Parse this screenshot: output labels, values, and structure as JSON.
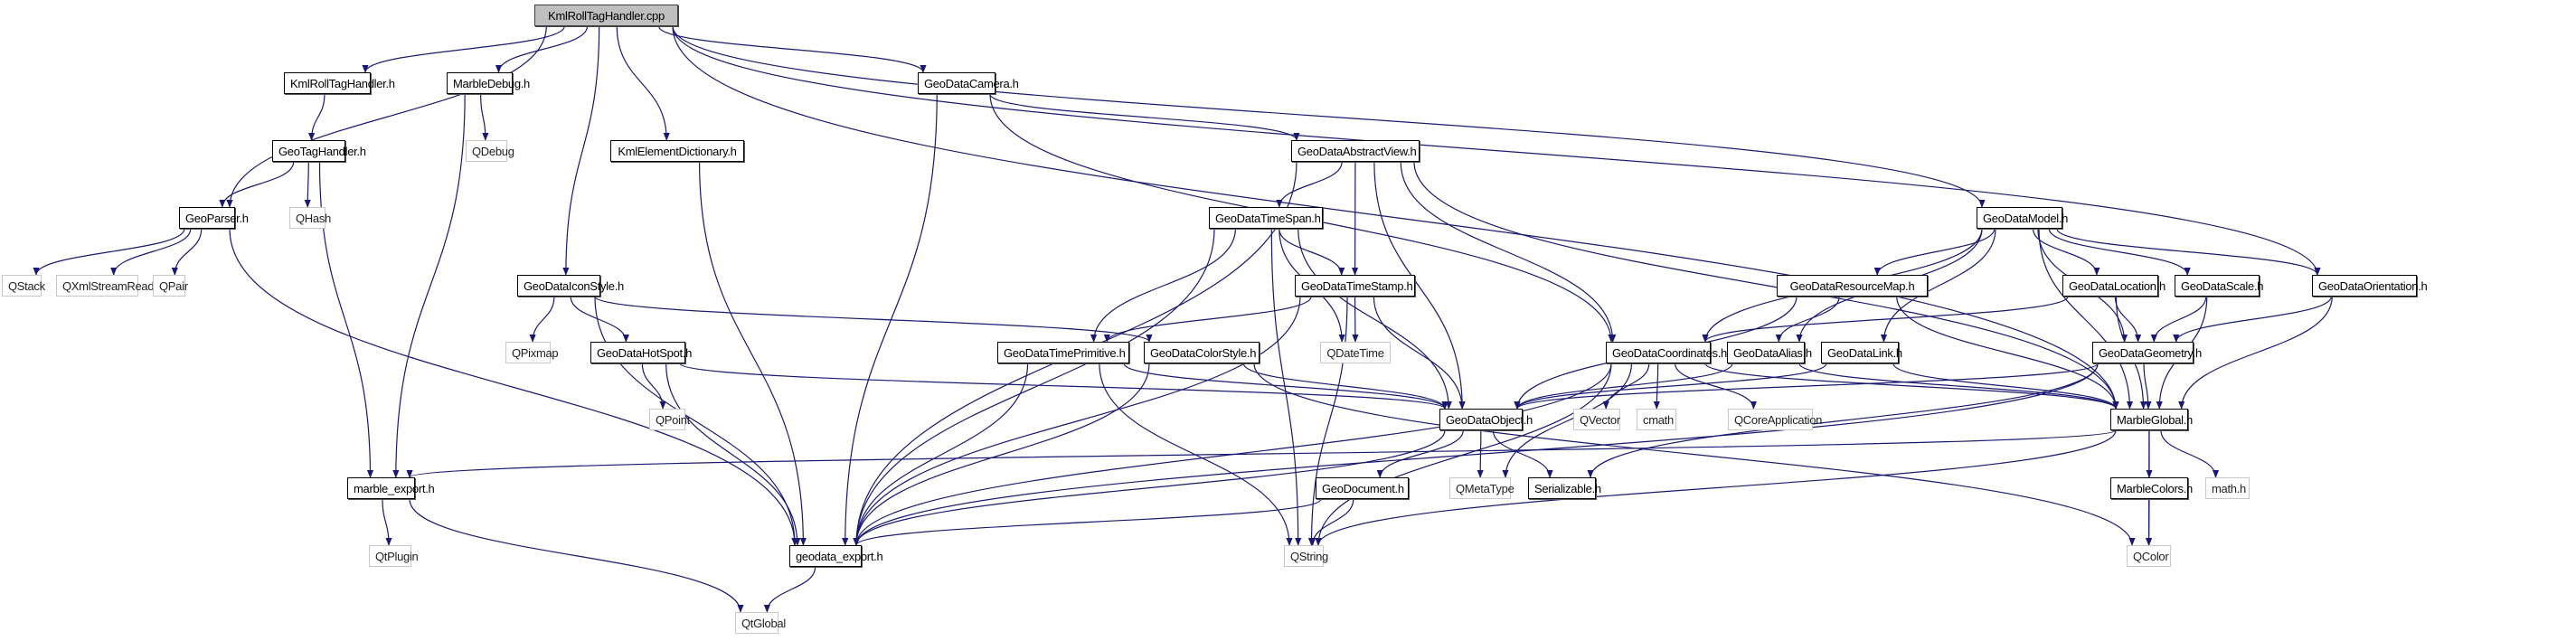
{
  "graph": {
    "title": "KmlRollTagHandler.cpp",
    "edge_color": "#191970",
    "root_fill": "#bfbfbf",
    "nodes": [
      {
        "id": "root",
        "label": "KmlRollTagHandler.cpp",
        "kind": "root"
      },
      {
        "id": "kmlrollh",
        "label": "KmlRollTagHandler.h",
        "kind": "internal"
      },
      {
        "id": "marbledebug",
        "label": "MarbleDebug.h",
        "kind": "internal"
      },
      {
        "id": "kmlelemdict",
        "label": "KmlElementDictionary.h",
        "kind": "internal"
      },
      {
        "id": "camera",
        "label": "GeoDataCamera.h",
        "kind": "internal"
      },
      {
        "id": "geotaghandler",
        "label": "GeoTagHandler.h",
        "kind": "internal"
      },
      {
        "id": "qdebug",
        "label": "QDebug",
        "kind": "external"
      },
      {
        "id": "abstractview",
        "label": "GeoDataAbstractView.h",
        "kind": "internal"
      },
      {
        "id": "geoparser",
        "label": "GeoParser.h",
        "kind": "internal"
      },
      {
        "id": "qhash",
        "label": "QHash",
        "kind": "external"
      },
      {
        "id": "timespan",
        "label": "GeoDataTimeSpan.h",
        "kind": "internal"
      },
      {
        "id": "model",
        "label": "GeoDataModel.h",
        "kind": "internal"
      },
      {
        "id": "qstack",
        "label": "QStack",
        "kind": "external"
      },
      {
        "id": "qxml",
        "label": "QXmlStreamReader",
        "kind": "external"
      },
      {
        "id": "qpair",
        "label": "QPair",
        "kind": "external"
      },
      {
        "id": "iconstyle",
        "label": "GeoDataIconStyle.h",
        "kind": "internal"
      },
      {
        "id": "timestamp",
        "label": "GeoDataTimeStamp.h",
        "kind": "internal"
      },
      {
        "id": "resourcemap",
        "label": "GeoDataResourceMap.h",
        "kind": "internal"
      },
      {
        "id": "location",
        "label": "GeoDataLocation.h",
        "kind": "internal"
      },
      {
        "id": "scale",
        "label": "GeoDataScale.h",
        "kind": "internal"
      },
      {
        "id": "orientation",
        "label": "GeoDataOrientation.h",
        "kind": "internal"
      },
      {
        "id": "qpixmap",
        "label": "QPixmap",
        "kind": "external"
      },
      {
        "id": "hotspot",
        "label": "GeoDataHotSpot.h",
        "kind": "internal"
      },
      {
        "id": "timeprimitive",
        "label": "GeoDataTimePrimitive.h",
        "kind": "internal"
      },
      {
        "id": "colorstyle",
        "label": "GeoDataColorStyle.h",
        "kind": "internal"
      },
      {
        "id": "qdatetime",
        "label": "QDateTime",
        "kind": "external"
      },
      {
        "id": "coordinates",
        "label": "GeoDataCoordinates.h",
        "kind": "internal"
      },
      {
        "id": "alias",
        "label": "GeoDataAlias.h",
        "kind": "internal"
      },
      {
        "id": "link",
        "label": "GeoDataLink.h",
        "kind": "internal"
      },
      {
        "id": "geometry",
        "label": "GeoDataGeometry.h",
        "kind": "internal"
      },
      {
        "id": "qpoint",
        "label": "QPoint",
        "kind": "external"
      },
      {
        "id": "object",
        "label": "GeoDataObject.h",
        "kind": "internal"
      },
      {
        "id": "qvector",
        "label": "QVector",
        "kind": "external"
      },
      {
        "id": "cmath",
        "label": "cmath",
        "kind": "external"
      },
      {
        "id": "qcoreapp",
        "label": "QCoreApplication",
        "kind": "external"
      },
      {
        "id": "marbleglobal",
        "label": "MarbleGlobal.h",
        "kind": "internal"
      },
      {
        "id": "marbleexport",
        "label": "marble_export.h",
        "kind": "internal"
      },
      {
        "id": "geodocument",
        "label": "GeoDocument.h",
        "kind": "internal"
      },
      {
        "id": "qmetatype",
        "label": "QMetaType",
        "kind": "external"
      },
      {
        "id": "serializable",
        "label": "Serializable.h",
        "kind": "internal"
      },
      {
        "id": "marblecolors",
        "label": "MarbleColors.h",
        "kind": "internal"
      },
      {
        "id": "mathh",
        "label": "math.h",
        "kind": "external"
      },
      {
        "id": "qtplugin",
        "label": "QtPlugin",
        "kind": "external"
      },
      {
        "id": "geodataexport",
        "label": "geodata_export.h",
        "kind": "internal"
      },
      {
        "id": "qstring",
        "label": "QString",
        "kind": "external"
      },
      {
        "id": "qcolor",
        "label": "QColor",
        "kind": "external"
      },
      {
        "id": "qtglobal",
        "label": "QtGlobal",
        "kind": "external"
      }
    ],
    "edges": [
      [
        "root",
        "kmlrollh"
      ],
      [
        "root",
        "marbledebug"
      ],
      [
        "root",
        "kmlelemdict"
      ],
      [
        "root",
        "camera"
      ],
      [
        "root",
        "geoparser"
      ],
      [
        "root",
        "iconstyle"
      ],
      [
        "root",
        "model"
      ],
      [
        "root",
        "orientation"
      ],
      [
        "root",
        "marbleglobal"
      ],
      [
        "kmlrollh",
        "geotaghandler"
      ],
      [
        "geotaghandler",
        "geoparser"
      ],
      [
        "geotaghandler",
        "qhash"
      ],
      [
        "geotaghandler",
        "marbleexport"
      ],
      [
        "marbledebug",
        "qdebug"
      ],
      [
        "marbledebug",
        "marbleexport"
      ],
      [
        "geoparser",
        "qstack"
      ],
      [
        "geoparser",
        "qxml"
      ],
      [
        "geoparser",
        "qpair"
      ],
      [
        "geoparser",
        "geodataexport"
      ],
      [
        "kmlelemdict",
        "geodataexport"
      ],
      [
        "camera",
        "abstractview"
      ],
      [
        "camera",
        "geodataexport"
      ],
      [
        "camera",
        "coordinates"
      ],
      [
        "abstractview",
        "timespan"
      ],
      [
        "abstractview",
        "timestamp"
      ],
      [
        "abstractview",
        "object"
      ],
      [
        "abstractview",
        "geodataexport"
      ],
      [
        "abstractview",
        "coordinates"
      ],
      [
        "abstractview",
        "marbleglobal"
      ],
      [
        "timespan",
        "timestamp"
      ],
      [
        "timespan",
        "timeprimitive"
      ],
      [
        "timespan",
        "qdatetime"
      ],
      [
        "timespan",
        "object"
      ],
      [
        "timespan",
        "geodataexport"
      ],
      [
        "timespan",
        "qstring"
      ],
      [
        "timestamp",
        "timeprimitive"
      ],
      [
        "timestamp",
        "qdatetime"
      ],
      [
        "timestamp",
        "object"
      ],
      [
        "timestamp",
        "geodataexport"
      ],
      [
        "timestamp",
        "qstring"
      ],
      [
        "iconstyle",
        "qpixmap"
      ],
      [
        "iconstyle",
        "hotspot"
      ],
      [
        "iconstyle",
        "colorstyle"
      ],
      [
        "iconstyle",
        "geodataexport"
      ],
      [
        "hotspot",
        "qpoint"
      ],
      [
        "hotspot",
        "object"
      ],
      [
        "hotspot",
        "geodataexport"
      ],
      [
        "timeprimitive",
        "object"
      ],
      [
        "timeprimitive",
        "geodataexport"
      ],
      [
        "timeprimitive",
        "qstring"
      ],
      [
        "colorstyle",
        "object"
      ],
      [
        "colorstyle",
        "geodataexport"
      ],
      [
        "colorstyle",
        "qcolor"
      ],
      [
        "model",
        "resourcemap"
      ],
      [
        "model",
        "coordinates"
      ],
      [
        "model",
        "alias"
      ],
      [
        "model",
        "link"
      ],
      [
        "model",
        "location"
      ],
      [
        "model",
        "scale"
      ],
      [
        "model",
        "orientation"
      ],
      [
        "model",
        "geometry"
      ],
      [
        "model",
        "marbleglobal"
      ],
      [
        "resourcemap",
        "alias"
      ],
      [
        "resourcemap",
        "object"
      ],
      [
        "resourcemap",
        "marbleglobal"
      ],
      [
        "location",
        "coordinates"
      ],
      [
        "location",
        "geometry"
      ],
      [
        "location",
        "marbleglobal"
      ],
      [
        "scale",
        "geometry"
      ],
      [
        "scale",
        "marbleglobal"
      ],
      [
        "orientation",
        "geometry"
      ],
      [
        "orientation",
        "marbleglobal"
      ],
      [
        "coordinates",
        "qvector"
      ],
      [
        "coordinates",
        "cmath"
      ],
      [
        "coordinates",
        "qcoreapp"
      ],
      [
        "coordinates",
        "qmetatype"
      ],
      [
        "coordinates",
        "geodataexport"
      ],
      [
        "coordinates",
        "marbleglobal"
      ],
      [
        "coordinates",
        "qstring"
      ],
      [
        "alias",
        "object"
      ],
      [
        "alias",
        "marbleglobal"
      ],
      [
        "link",
        "object"
      ],
      [
        "link",
        "marbleglobal"
      ],
      [
        "geometry",
        "object"
      ],
      [
        "geometry",
        "marbleglobal"
      ],
      [
        "geometry",
        "serializable"
      ],
      [
        "geometry",
        "geodataexport"
      ],
      [
        "object",
        "geodocument"
      ],
      [
        "object",
        "qmetatype"
      ],
      [
        "object",
        "serializable"
      ],
      [
        "object",
        "geodataexport"
      ],
      [
        "geodocument",
        "geodataexport"
      ],
      [
        "geodocument",
        "qstring"
      ],
      [
        "marbleglobal",
        "marblecolors"
      ],
      [
        "marbleglobal",
        "mathh"
      ],
      [
        "marbleglobal",
        "qcolor"
      ],
      [
        "marbleglobal",
        "marbleexport"
      ],
      [
        "marbleglobal",
        "qstring"
      ],
      [
        "marblecolors",
        "qcolor"
      ],
      [
        "marbleexport",
        "qtplugin"
      ],
      [
        "marbleexport",
        "qtglobal"
      ],
      [
        "geodataexport",
        "qtglobal"
      ]
    ]
  }
}
